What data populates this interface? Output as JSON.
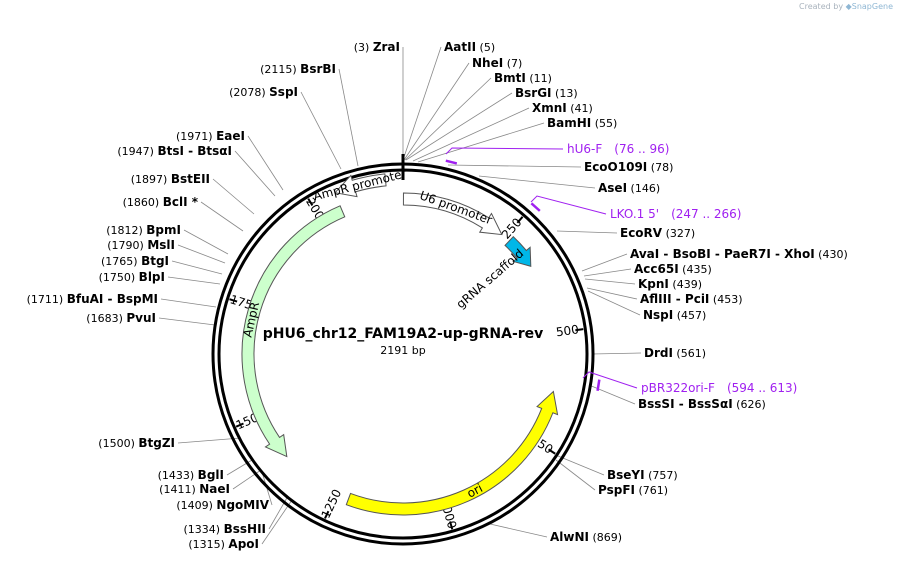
{
  "credit": {
    "prefix": "Created by",
    "brand": "SnapGene",
    "icon": "snapgene-logo-icon"
  },
  "plasmid": {
    "name": "pHU6_chr12_FAM19A2-up-gRNA-rev",
    "length": 2191,
    "length_label": "2191 bp"
  },
  "ticks": [
    {
      "label": "250",
      "pos": 250
    },
    {
      "label": "500",
      "pos": 500
    },
    {
      "label": "750",
      "pos": 750
    },
    {
      "label": "1000",
      "pos": 1000
    },
    {
      "label": "1250",
      "pos": 1250
    },
    {
      "label": "1500",
      "pos": 1500
    },
    {
      "label": "1750",
      "pos": 1750
    },
    {
      "label": "2000",
      "pos": 2000
    }
  ],
  "features": [
    {
      "name": "U6 promoter",
      "start": 1,
      "end": 241,
      "strand": 1,
      "color": "#ffffff"
    },
    {
      "name": "gRNA scaffold",
      "start": 263,
      "end": 338,
      "strand": 1,
      "color": "#00b7e8"
    },
    {
      "name": "ori",
      "start": 633,
      "end": 1221,
      "strand": -1,
      "color": "#ffff00"
    },
    {
      "name": "AmpR",
      "start": 1391,
      "end": 2051,
      "strand": -1,
      "color": "#ccffcc"
    },
    {
      "name": "AmpR promoter",
      "start": 2052,
      "end": 2156,
      "strand": -1,
      "color": "#ffffff"
    }
  ],
  "primers": [
    {
      "name": "hU6-F",
      "range": "(76 .. 96)",
      "pos": 86
    },
    {
      "name": "LKO.1 5'",
      "range": "(247 .. 266)",
      "pos": 256
    },
    {
      "name": "pBR322ori-F",
      "range": "(594 .. 613)",
      "pos": 603
    }
  ],
  "sites": [
    {
      "pre": "(3)",
      "name": "ZraI",
      "post": ""
    },
    {
      "pre": "",
      "name": "AatII",
      "post": "(5)"
    },
    {
      "pre": "",
      "name": "NheI",
      "post": "(7)"
    },
    {
      "pre": "",
      "name": "BmtI",
      "post": "(11)"
    },
    {
      "pre": "",
      "name": "BsrGI",
      "post": "(13)"
    },
    {
      "pre": "",
      "name": "XmnI",
      "post": "(41)"
    },
    {
      "pre": "",
      "name": "BamHI",
      "post": "(55)"
    },
    {
      "pre": "",
      "name": "EcoO109I",
      "post": "(78)"
    },
    {
      "pre": "",
      "name": "AseI",
      "post": "(146)"
    },
    {
      "pre": "",
      "name": "EcoRV",
      "post": "(327)"
    },
    {
      "pre": "",
      "name": "AvaI  -  BsoBI  -  PaeR7I  -  XhoI",
      "post": "(430)"
    },
    {
      "pre": "",
      "name": "Acc65I",
      "post": "(435)"
    },
    {
      "pre": "",
      "name": "KpnI",
      "post": "(439)"
    },
    {
      "pre": "",
      "name": "AflIII  -  PciI",
      "post": "(453)"
    },
    {
      "pre": "",
      "name": "NspI",
      "post": "(457)"
    },
    {
      "pre": "",
      "name": "DrdI",
      "post": "(561)"
    },
    {
      "pre": "",
      "name": "BssSI  -  BssSαI",
      "post": "(626)"
    },
    {
      "pre": "",
      "name": "BseYI",
      "post": "(757)"
    },
    {
      "pre": "",
      "name": "PspFI",
      "post": "(761)"
    },
    {
      "pre": "",
      "name": "AlwNI",
      "post": "(869)"
    },
    {
      "pre": "(1315)",
      "name": "ApoI",
      "post": ""
    },
    {
      "pre": "(1334)",
      "name": "BssHII",
      "post": ""
    },
    {
      "pre": "(1409)",
      "name": "NgoMIV",
      "post": ""
    },
    {
      "pre": "(1411)",
      "name": "NaeI",
      "post": ""
    },
    {
      "pre": "(1433)",
      "name": "BglI",
      "post": ""
    },
    {
      "pre": "(1500)",
      "name": "BtgZI",
      "post": ""
    },
    {
      "pre": "(1683)",
      "name": "PvuI",
      "post": ""
    },
    {
      "pre": "(1711)",
      "name": "BfuAI  -  BspMI",
      "post": ""
    },
    {
      "pre": "(1750)",
      "name": "BlpI",
      "post": ""
    },
    {
      "pre": "(1765)",
      "name": "BtgI",
      "post": ""
    },
    {
      "pre": "(1790)",
      "name": "MslI",
      "post": ""
    },
    {
      "pre": "(1812)",
      "name": "BpmI",
      "post": ""
    },
    {
      "pre": "(1860)",
      "name": "BclI *",
      "post": ""
    },
    {
      "pre": "(1897)",
      "name": "BstEII",
      "post": ""
    },
    {
      "pre": "(1947)",
      "name": "BtsI  -  BtsαI",
      "post": ""
    },
    {
      "pre": "(1971)",
      "name": "EaeI",
      "post": ""
    },
    {
      "pre": "(2078)",
      "name": "SspI",
      "post": ""
    },
    {
      "pre": "(2115)",
      "name": "BsrBI",
      "post": ""
    }
  ]
}
